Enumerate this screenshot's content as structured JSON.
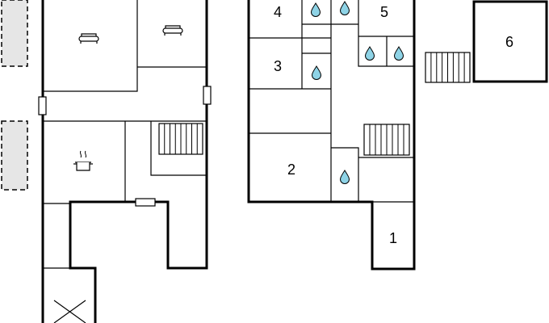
{
  "rooms": [
    {
      "id": "room-1",
      "label": "1"
    },
    {
      "id": "room-2",
      "label": "2"
    },
    {
      "id": "room-3",
      "label": "3"
    },
    {
      "id": "room-4",
      "label": "4"
    },
    {
      "id": "room-5",
      "label": "5"
    },
    {
      "id": "room-6",
      "label": "6"
    }
  ],
  "icons": {
    "drop": "water-drop-icon",
    "sofa": "sofa-icon",
    "pot": "cooking-pot-icon",
    "stairs": "stairs-icon"
  },
  "colors": {
    "wall": "#000000",
    "drop_fill": "#8ed3e6",
    "terrace": "#e6e6e6"
  }
}
